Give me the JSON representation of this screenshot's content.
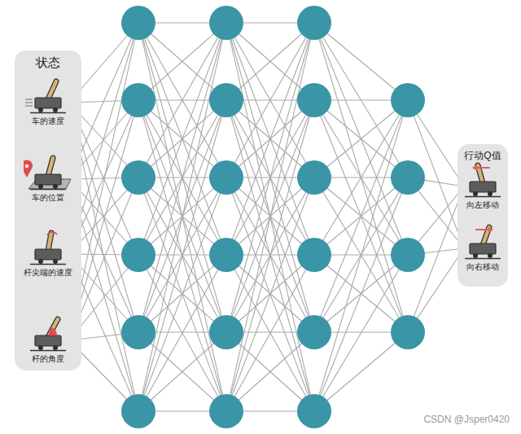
{
  "diagram": {
    "nodes": [
      {
        "text": [
          "状态"
        ]
      },
      {
        "text": [
          "车的速度"
        ],
        "in": 0
      },
      {
        "text": [
          "车的位置"
        ],
        "in": 0
      },
      {
        "text": [
          "杆尖端的速度"
        ],
        "in": 0
      },
      {
        "text": [
          "杆的角度"
        ],
        "in": 0
      },
      {
        "text": [
          "行动Q值"
        ]
      },
      {
        "text": [
          "向左移动"
        ],
        "in": 5
      },
      {
        "text": [
          "向右移动"
        ],
        "in": 5
      }
    ],
    "labels": [
      "CSDN @Jsper0420"
    ]
  }
}
